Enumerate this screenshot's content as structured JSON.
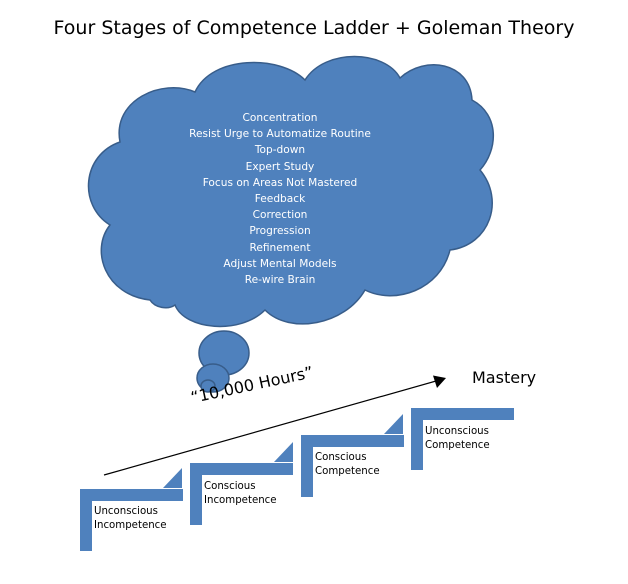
{
  "title": "Four Stages of Competence Ladder + Goleman Theory",
  "colors": {
    "cloud_fill": "#4f81bd",
    "cloud_stroke": "#385d8a",
    "step_fill": "#4f81bd",
    "arrow": "#000000"
  },
  "cloud": {
    "items": [
      "Concentration",
      "Resist Urge to Automatize Routine",
      "Top-down",
      "Expert Study",
      "Focus on Areas Not Mastered",
      "Feedback",
      "Correction",
      "Progression",
      "Refinement",
      "Adjust Mental Models",
      "Re-wire Brain"
    ]
  },
  "arrow_label": "“10,000 Hours”",
  "goal_label": "Mastery",
  "stages": [
    {
      "line1": "Unconscious",
      "line2": "Incompetence"
    },
    {
      "line1": "Conscious",
      "line2": "Incompetence"
    },
    {
      "line1": "Conscious",
      "line2": "Competence"
    },
    {
      "line1": "Unconscious",
      "line2": "Competence"
    }
  ]
}
